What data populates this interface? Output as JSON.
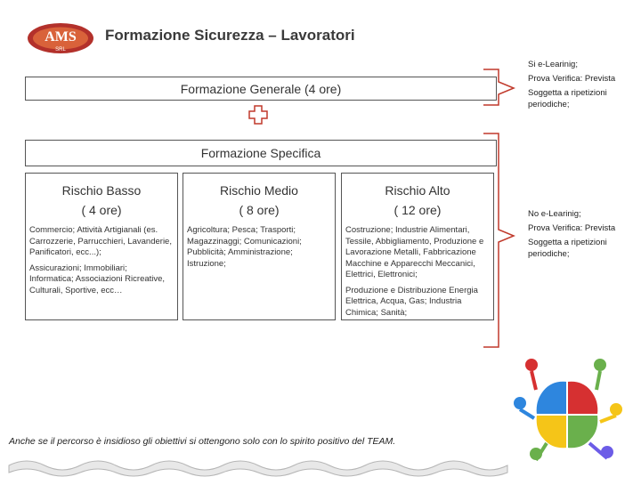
{
  "logo": {
    "main": "AMS",
    "sub": "SRL"
  },
  "title": "Formazione Sicurezza – Lavoratori",
  "general": {
    "label": "Formazione Generale (4 ore)"
  },
  "specific": {
    "label": "Formazione Specifica"
  },
  "columns": [
    {
      "head_line1": "Rischio Basso",
      "head_line2": "( 4 ore)",
      "paragraphs": [
        "Commercio; Attività Artigianali (es. Carrozzerie, Parrucchieri, Lavanderie, Panificatori, ecc...);",
        "Assicurazioni; Immobiliari; Informatica; Associazioni Ricreative, Culturali, Sportive, ecc…"
      ]
    },
    {
      "head_line1": "Rischio Medio",
      "head_line2": "( 8 ore)",
      "paragraphs": [
        "Agricoltura; Pesca; Trasporti; Magazzinaggi; Comunicazioni; Pubblicità; Amministrazione; Istruzione;"
      ]
    },
    {
      "head_line1": "Rischio Alto",
      "head_line2": "( 12 ore)",
      "paragraphs": [
        "Costruzione; Industrie Alimentari, Tessile, Abbigliamento, Produzione e Lavorazione Metalli, Fabbricazione Macchine e Apparecchi Meccanici, Elettrici, Elettronici;",
        "Produzione e Distribuzione Energia Elettrica, Acqua, Gas; Industria Chimica; Sanità;"
      ]
    }
  ],
  "side_general": {
    "line1": "Si e-Learinig;",
    "line2": "Prova Verifica: Prevista",
    "line3": "Soggetta a ripetizioni periodiche;"
  },
  "side_specific": {
    "line1": "No e-Learinig;",
    "line2": "Prova Verifica: Prevista",
    "line3": "Soggetta a ripetizioni periodiche;"
  },
  "motto": "Anche se il percorso è insidioso gli obiettivi si ottengono solo con lo spirito positivo del  TEAM.",
  "colors": {
    "accent_red": "#c0392b",
    "logo_red": "#b3312b",
    "border": "#555555",
    "puzzle_green": "#6ab04c",
    "puzzle_blue": "#2e86de",
    "puzzle_yellow": "#f5c518",
    "puzzle_red": "#d63031"
  }
}
